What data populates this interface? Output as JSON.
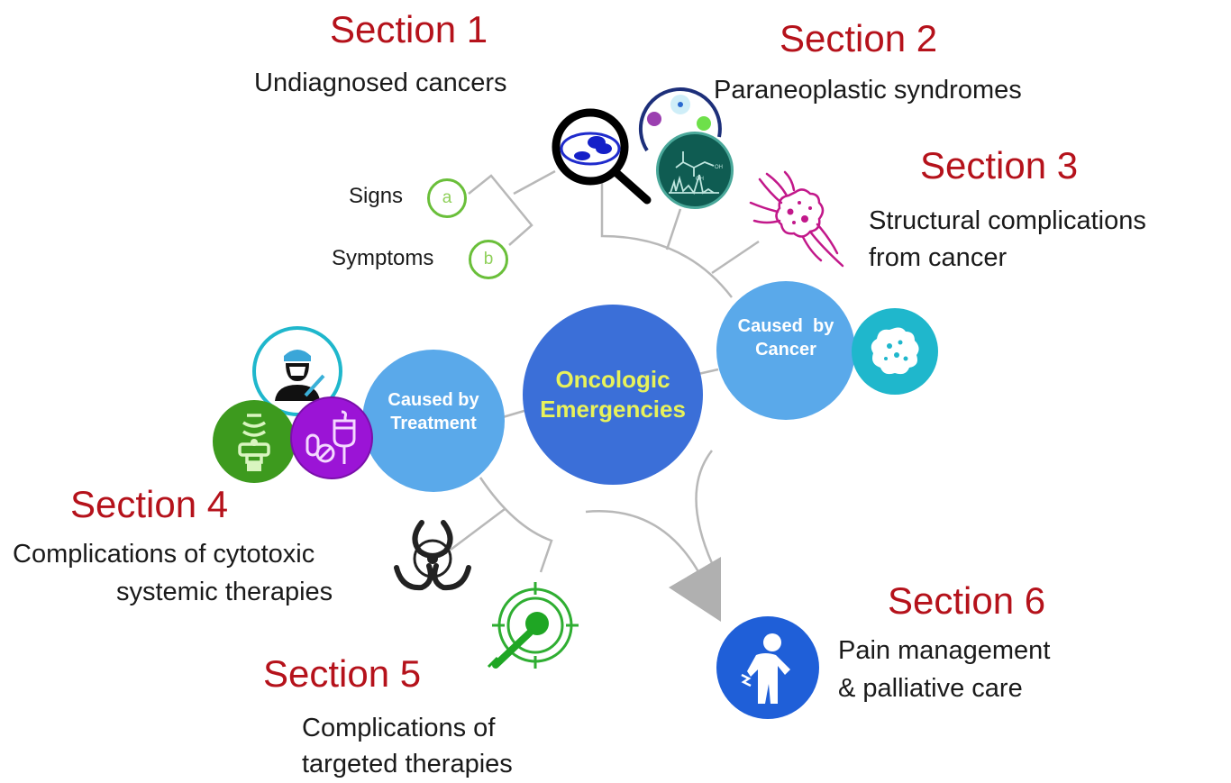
{
  "hub": {
    "label_line1": "Oncologic",
    "label_line2": "Emergencies",
    "color": "#3b6fd8",
    "text_color": "#e8f25a"
  },
  "branches": {
    "cancer": {
      "label_line1": "Caused  by",
      "label_line2": "Cancer",
      "color": "#5aa9ea"
    },
    "treatment": {
      "label_line1": "Caused by",
      "label_line2": "Treatment",
      "color": "#5aa9ea"
    }
  },
  "sections": [
    {
      "title": "Section 1",
      "desc_lines": [
        "Undiagnosed cancers"
      ]
    },
    {
      "title": "Section 2",
      "desc_lines": [
        "Paraneoplastic syndromes"
      ]
    },
    {
      "title": "Section 3",
      "desc_lines": [
        "Structural complications",
        "from cancer"
      ]
    },
    {
      "title": "Section 4",
      "desc_lines": [
        "Complications of cytotoxic",
        "systemic therapies"
      ]
    },
    {
      "title": "Section 5",
      "desc_lines": [
        "Complications of",
        "targeted therapies"
      ]
    },
    {
      "title": "Section 6",
      "desc_lines": [
        "Pain management",
        "& palliative care"
      ]
    }
  ],
  "section1_items": [
    {
      "label": "Signs",
      "letter": "a"
    },
    {
      "label": "Symptoms",
      "letter": "b"
    }
  ],
  "icons": {
    "magnifier": "magnifying-glass-cells-icon",
    "cells": "blood-cells-icon",
    "molecule": "chemical-structure-icon",
    "tumor": "tumor-cell-icon",
    "virus": "cancer-cell-icon",
    "surgeon": "surgeon-icon",
    "radiation": "radiation-machine-icon",
    "drugs": "pills-iv-bag-icon",
    "biohazard": "biohazard-icon",
    "target": "targeted-therapy-icon",
    "pain": "pain-person-icon"
  },
  "colors": {
    "section_title": "#b5121b",
    "connector": "#b5b5b5",
    "arrow": "#b0b0b0"
  }
}
